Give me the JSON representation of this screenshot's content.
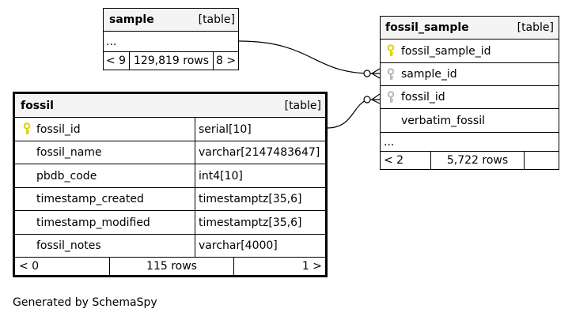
{
  "colors": {
    "primary_key": "#e0d000",
    "foreign_key": "#b8b8b8",
    "header_bg": "#f4f4f4"
  },
  "sample": {
    "name": "sample",
    "type": "[table]",
    "ellipsis": "...",
    "nav_prev": "< 9",
    "rows": "129,819 rows",
    "nav_next": "8 >"
  },
  "fossil_sample": {
    "name": "fossil_sample",
    "type": "[table]",
    "columns": [
      {
        "name": "fossil_sample_id",
        "key": "primary-key"
      },
      {
        "name": "sample_id",
        "key": "foreign-key"
      },
      {
        "name": "fossil_id",
        "key": "foreign-key"
      },
      {
        "name": "verbatim_fossil",
        "key": ""
      }
    ],
    "ellipsis": "...",
    "nav_prev": "< 2",
    "rows": "5,722 rows"
  },
  "fossil": {
    "name": "fossil",
    "type": "[table]",
    "columns": [
      {
        "name": "fossil_id",
        "type": "serial[10]",
        "key": "primary-key"
      },
      {
        "name": "fossil_name",
        "type": "varchar[2147483647]",
        "key": ""
      },
      {
        "name": "pbdb_code",
        "type": "int4[10]",
        "key": ""
      },
      {
        "name": "timestamp_created",
        "type": "timestamptz[35,6]",
        "key": ""
      },
      {
        "name": "timestamp_modified",
        "type": "timestamptz[35,6]",
        "key": ""
      },
      {
        "name": "fossil_notes",
        "type": "varchar[4000]",
        "key": ""
      }
    ],
    "nav_prev": "< 0",
    "rows": "115 rows",
    "nav_next": "1 >"
  },
  "footer": "Generated by SchemaSpy"
}
